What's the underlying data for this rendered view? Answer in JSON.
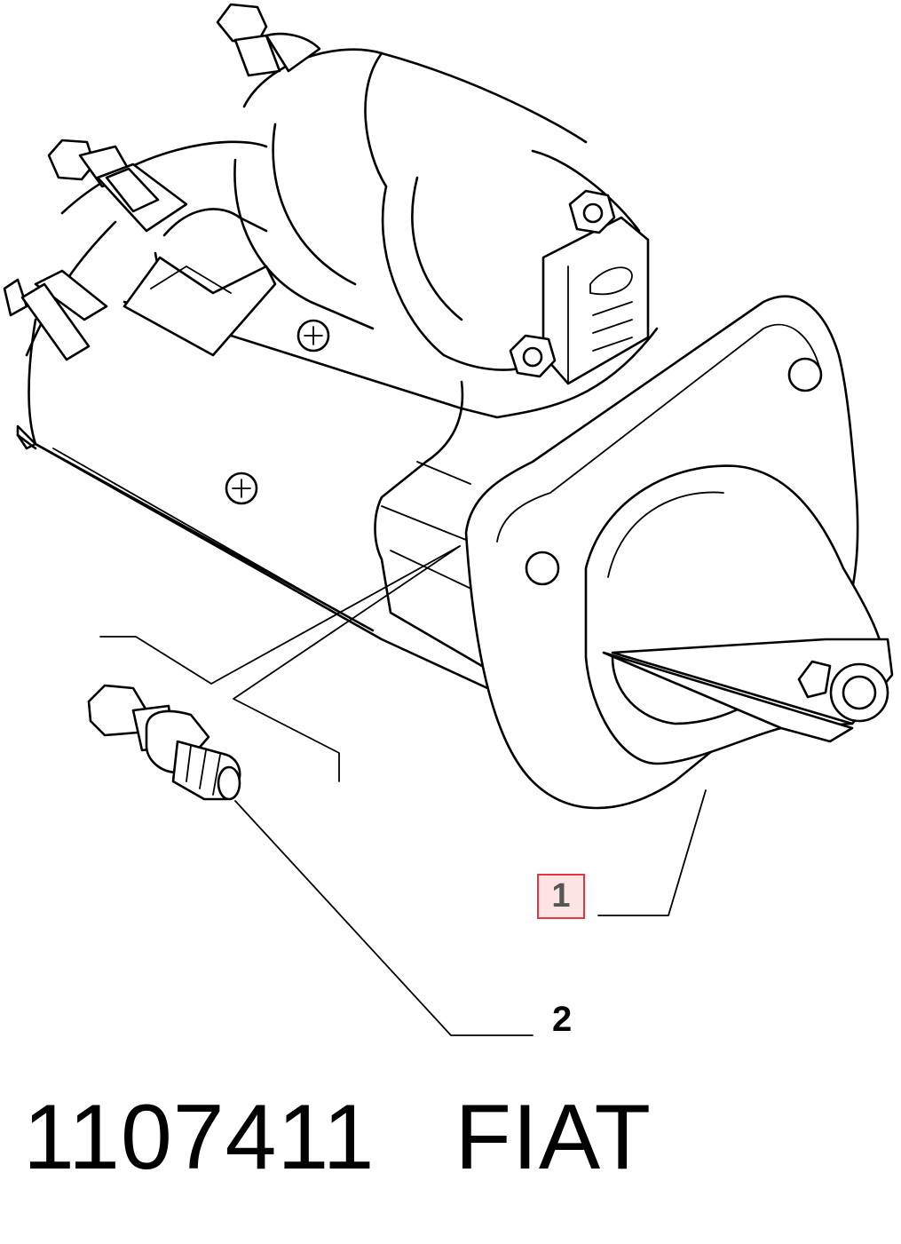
{
  "callouts": {
    "item1": "1",
    "item2": "2"
  },
  "footer": {
    "part_number": "1107411",
    "brand": "FIAT"
  },
  "colors": {
    "highlight_fill": "#fde3e4",
    "highlight_border": "#e0383e",
    "line": "#000000"
  }
}
